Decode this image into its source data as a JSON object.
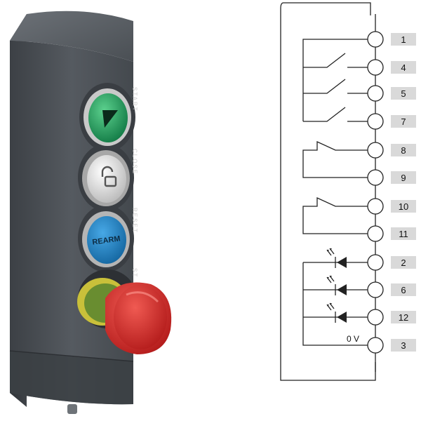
{
  "device": {
    "legends": {
      "start": "START",
      "close": "CLOSE",
      "reset": "RESET",
      "stop": "ST"
    },
    "buttons": {
      "start": {
        "color": "#1e9a5a",
        "icon": "play-triangle-icon"
      },
      "close": {
        "color": "#d8d8d8",
        "icon": "padlock-icon"
      },
      "rearm": {
        "color": "#1d84c6",
        "label": "REARM"
      },
      "emergency": {
        "color": "#d42a2a",
        "collar_color": "#c9c03a"
      }
    },
    "housing_color": "#4d5257"
  },
  "schematic": {
    "terminals": [
      {
        "label": "1"
      },
      {
        "label": "4"
      },
      {
        "label": "5"
      },
      {
        "label": "7"
      },
      {
        "label": "8"
      },
      {
        "label": "9"
      },
      {
        "label": "10"
      },
      {
        "label": "11"
      },
      {
        "label": "2"
      },
      {
        "label": "6"
      },
      {
        "label": "12"
      },
      {
        "label": "3"
      }
    ],
    "zero_volt_label": "0 V",
    "terminal_tab_color": "#d9d9d9"
  }
}
